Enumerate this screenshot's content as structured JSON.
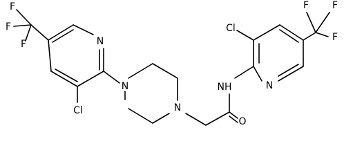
{
  "structure": {
    "atom_labels": {
      "F_left_top": "F",
      "F_left_mid": "F",
      "F_left_low": "F",
      "N_left_py": "N",
      "Cl_left": "Cl",
      "N_pip_left": "N",
      "N_pip_right": "N",
      "O": "O",
      "NH": "NH",
      "Cl_right": "Cl",
      "N_right_py": "N",
      "F_right_top_left": "F",
      "F_right_top_right": "F",
      "F_right_low": "F"
    }
  },
  "colors": {
    "bond": "#000000",
    "label": "#000000",
    "background": "#ffffff"
  }
}
